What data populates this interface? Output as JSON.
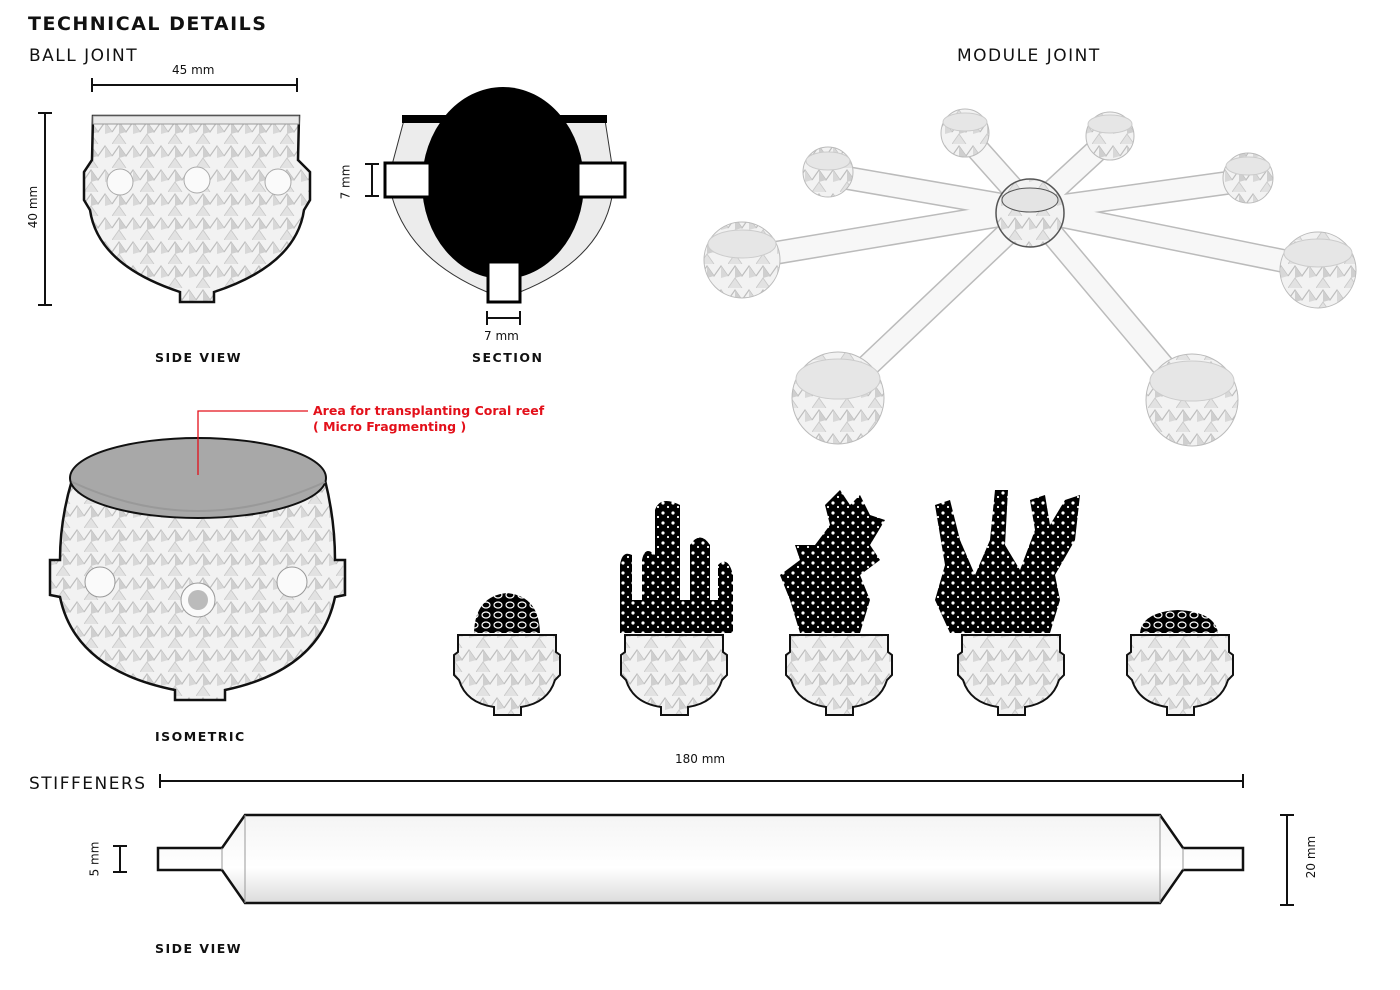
{
  "title": "TECHNICAL DETAILS",
  "ball_joint": {
    "heading": "BALL JOINT",
    "width_dim": "45 mm",
    "height_dim": "40 mm",
    "side_view_caption": "SIDE VIEW",
    "section_hole_dim_vertical": "7 mm",
    "section_hole_dim_horizontal": "7 mm",
    "section_caption": "SECTION",
    "isometric_caption": "ISOMETRIC",
    "annotation_line1": "Area for transplanting Coral reef",
    "annotation_line2": "( Micro Fragmenting )",
    "annotation_color": "#e3101a"
  },
  "module_joint": {
    "heading": "MODULE JOINT"
  },
  "stiffeners": {
    "heading": "STIFFENERS",
    "length_dim": "180 mm",
    "end_diameter_dim": "5 mm",
    "body_diameter_dim": "20 mm",
    "caption": "SIDE VIEW"
  }
}
